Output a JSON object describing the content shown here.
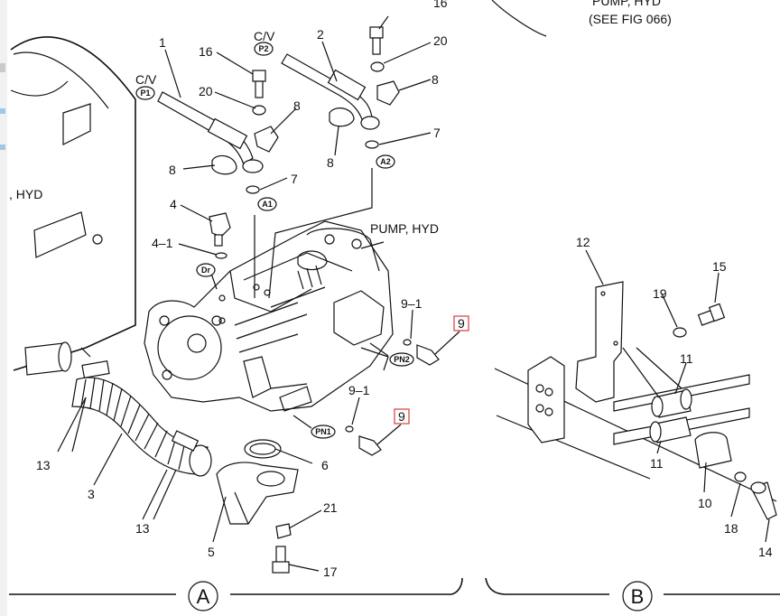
{
  "labels": {
    "n1": "1",
    "n2": "2",
    "n3": "3",
    "n4": "4",
    "n4_1": "4–1",
    "n5": "5",
    "n6": "6",
    "n7a": "7",
    "n7b": "7",
    "n8a": "8",
    "n8b": "8",
    "n8c": "8",
    "n8d": "8",
    "n9a": "9",
    "n9b": "9",
    "n9_1a": "9–1",
    "n9_1b": "9–1",
    "n10": "10",
    "n11a": "11",
    "n11b": "11",
    "n12": "12",
    "n13a": "13",
    "n13b": "13",
    "n14": "14",
    "n15": "15",
    "n16a": "16",
    "n16b": "16",
    "n17": "17",
    "n18": "18",
    "n19": "19",
    "n20a": "20",
    "n20b": "20",
    "n21": "21"
  },
  "text": {
    "cv_p1_top": "C/V",
    "cv_p2_top": "C/V",
    "pump_hyd": "PUMP, HYD",
    "pump_hyd_top": "PUMP, HYD",
    "see_fig": "(SEE FIG 066)",
    "hyd_left": ", HYD",
    "view_a": "A",
    "view_b": "B"
  },
  "tags": {
    "p1": "P1",
    "p2": "P2",
    "a1": "A1",
    "a2": "A2",
    "dr": "Dr",
    "pn1": "PN1",
    "pn2": "PN2"
  },
  "colors": {
    "highlight": "#d93a3a",
    "ink": "#111111"
  }
}
